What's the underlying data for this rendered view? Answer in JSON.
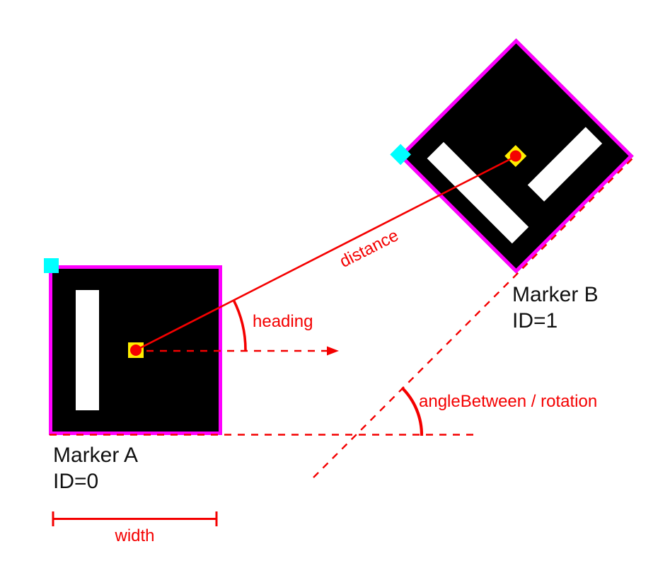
{
  "markers": {
    "a": {
      "name": "Marker A",
      "id": "ID=0"
    },
    "b": {
      "name": "Marker B",
      "id": "ID=1"
    }
  },
  "annotations": {
    "distance": "distance",
    "heading": "heading",
    "angle_between": "angleBetween / rotation",
    "width": "width"
  },
  "colors": {
    "marker_border": "#ff00ff",
    "marker_fill": "#000000",
    "pattern_bar": "#ffffff",
    "corner_tag": "#00ffff",
    "center_tag": "#ffec00",
    "annotation_red": "#f40000",
    "label_text": "#111111"
  }
}
